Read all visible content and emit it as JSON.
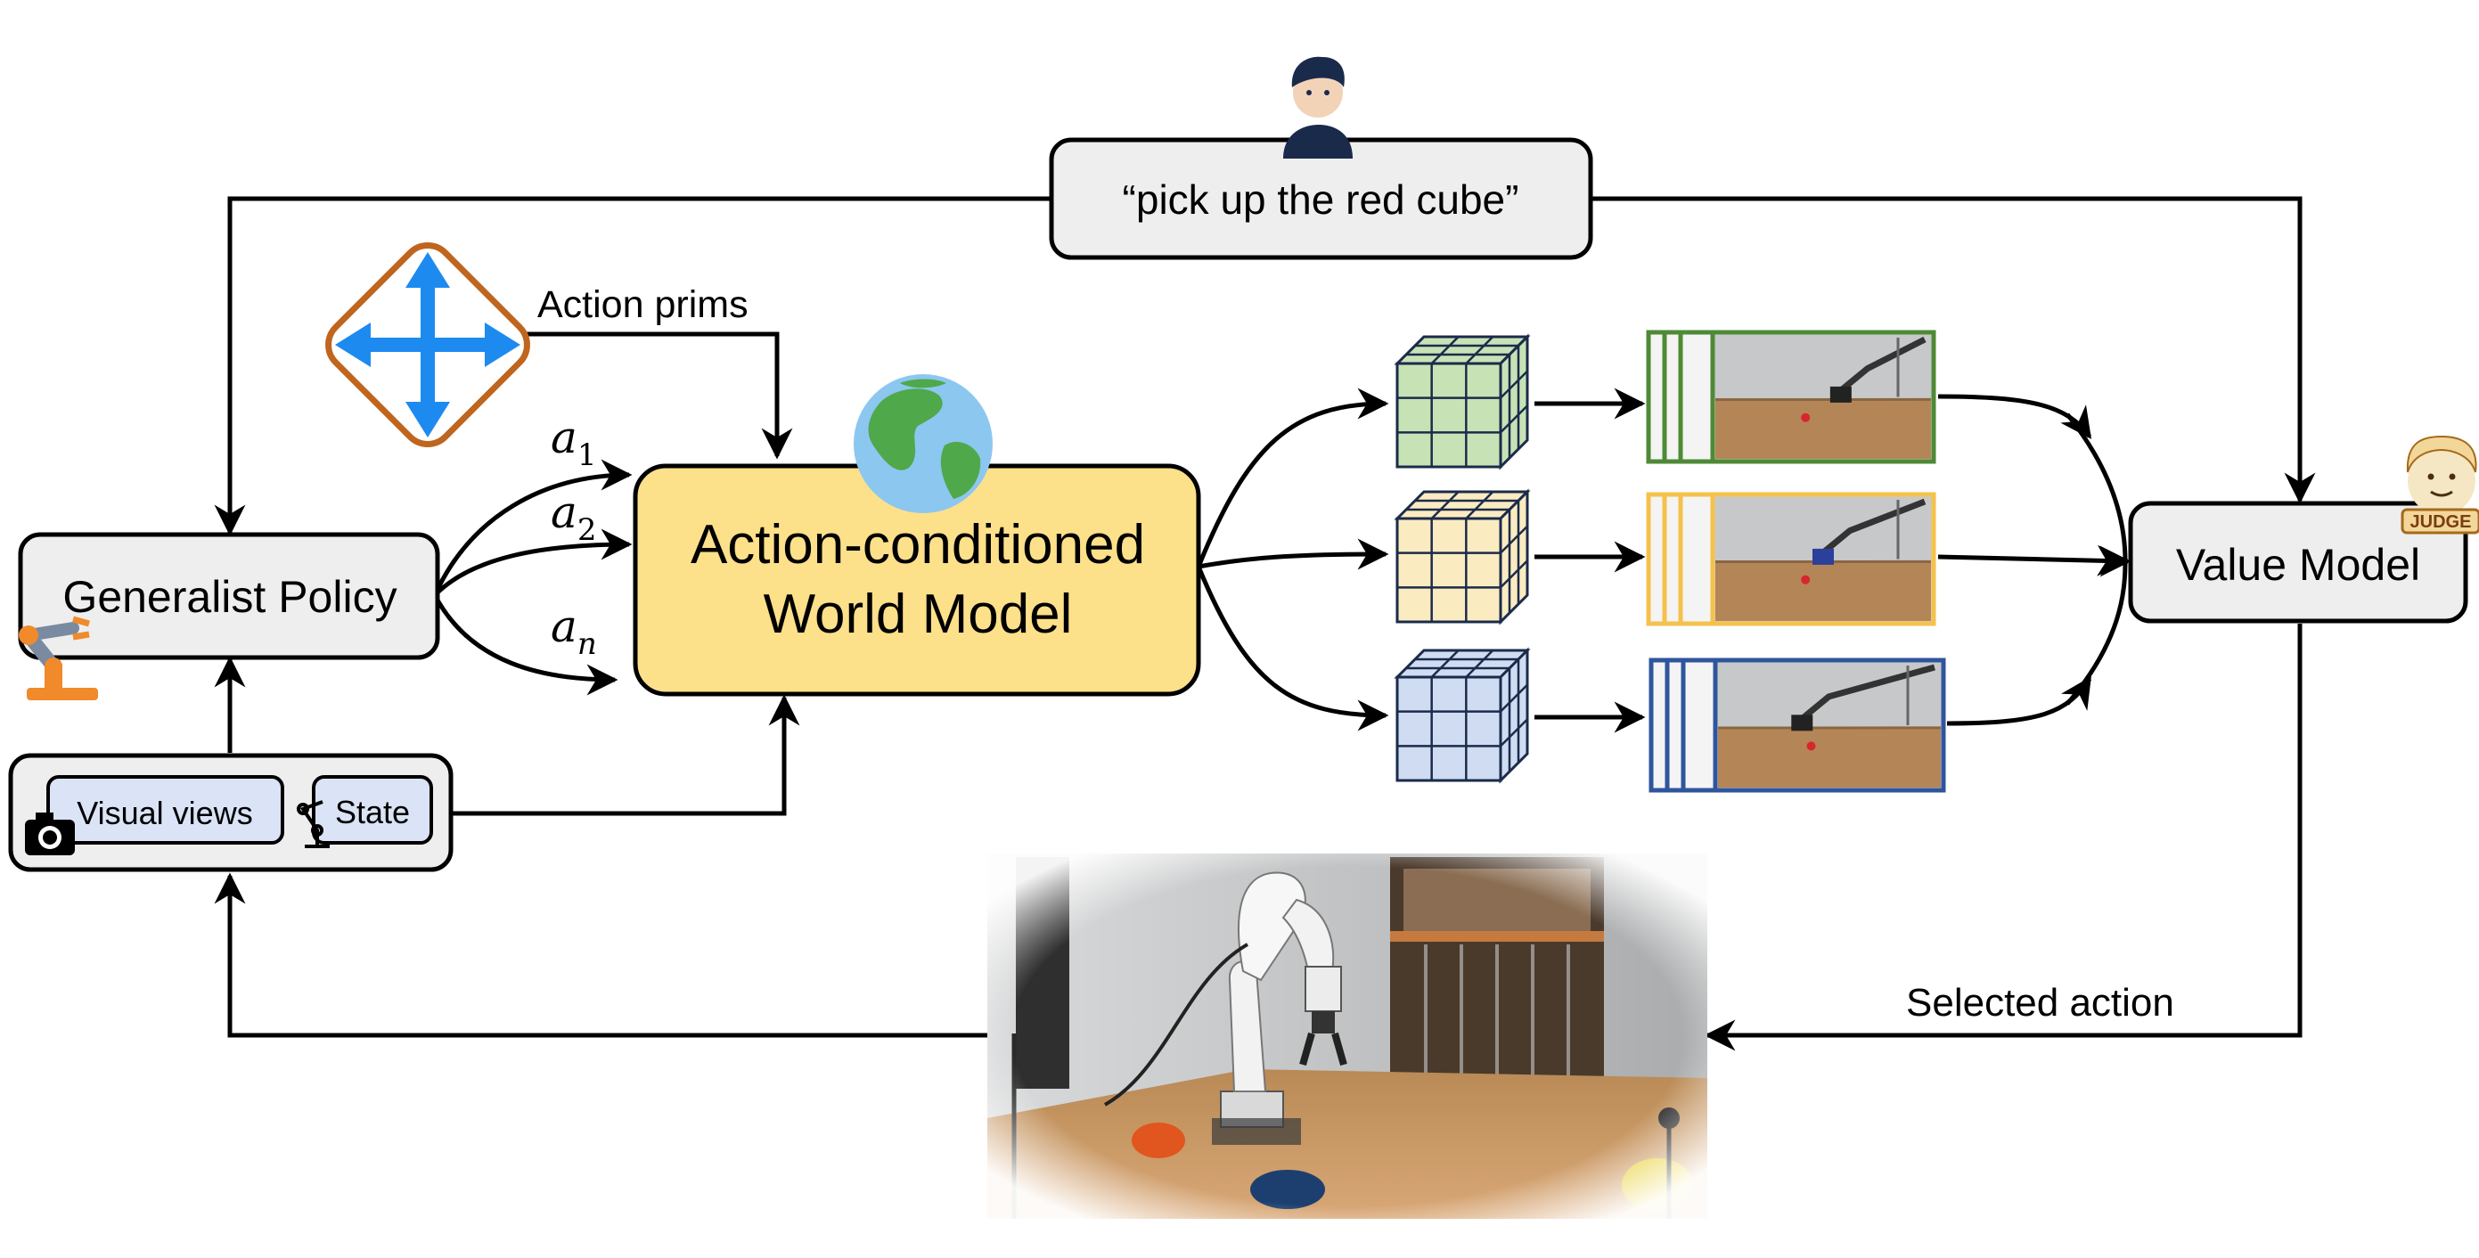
{
  "instruction": {
    "text": "“pick up the red cube”"
  },
  "action_prims": {
    "label": "Action prims"
  },
  "policy": {
    "label": "Generalist Policy"
  },
  "world_model": {
    "line1": "Action-conditioned",
    "line2": "World Model"
  },
  "value_model": {
    "label": "Value Model",
    "badge": "JUDGE"
  },
  "observation": {
    "visual_views": "Visual views",
    "state": "State"
  },
  "actions": {
    "a1": "a",
    "a1_sub": "1",
    "a2": "a",
    "a2_sub": "2",
    "an": "a",
    "an_sub": "n"
  },
  "selected_action": {
    "label": "Selected action"
  },
  "colors": {
    "world_model_fill": "#fde08a",
    "policy_fill": "#eeeeee",
    "rollout_green": "#4e8a36",
    "rollout_yellow": "#f4c24c",
    "rollout_blue": "#2f559c",
    "cube_green": "#c7e3b6",
    "cube_yellow": "#fbebc1",
    "cube_blue": "#cfdcf2",
    "action_prims_border": "#c0651e",
    "action_prims_arrow": "#1d8af0",
    "view_box_fill": "#dbe3f6"
  }
}
